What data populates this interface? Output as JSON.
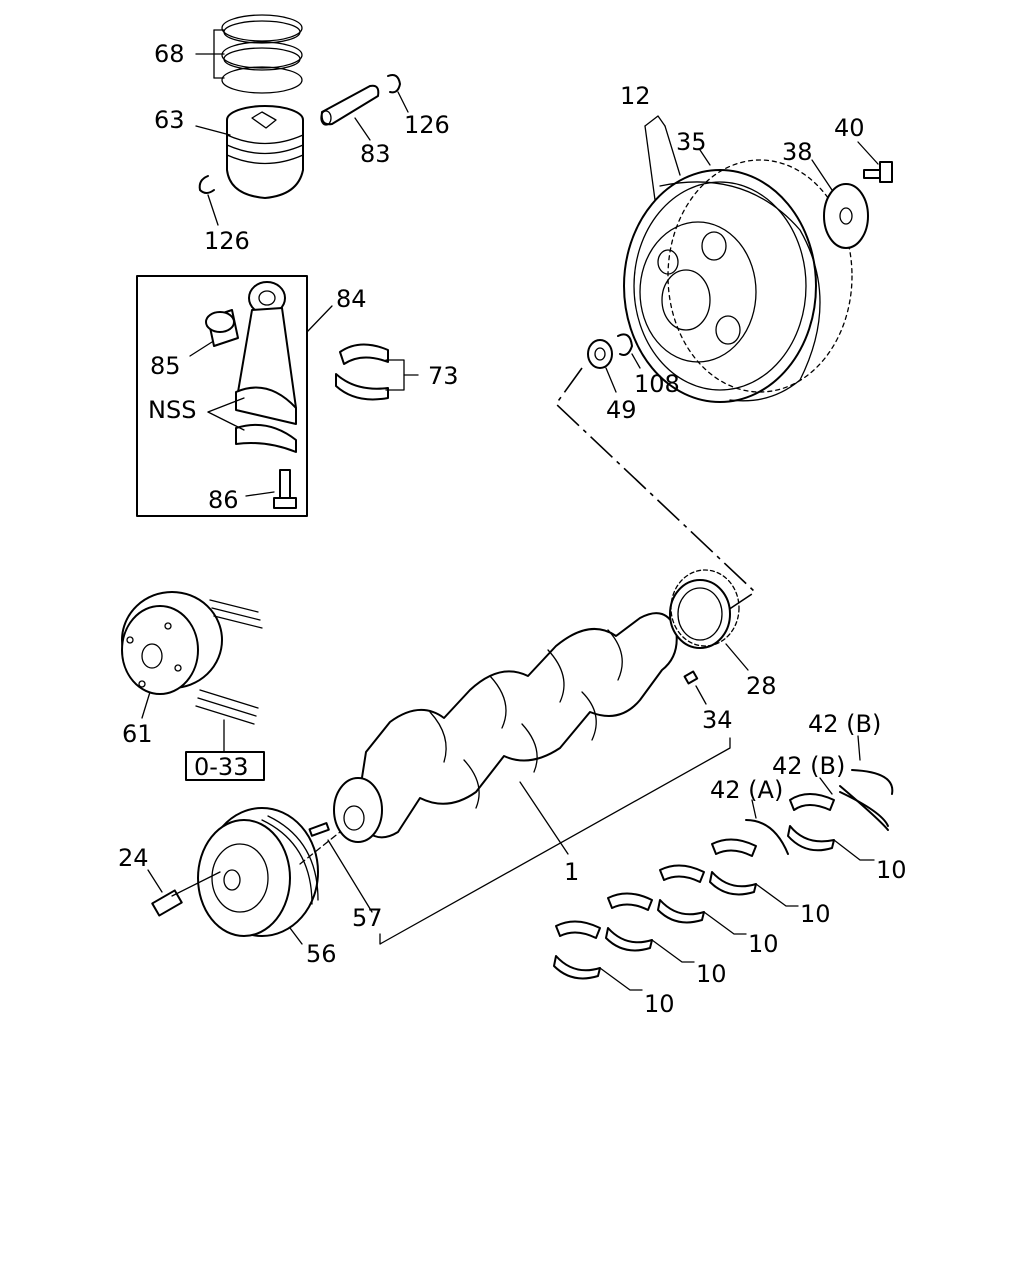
{
  "labels": {
    "piston_rings": "68",
    "piston": "63",
    "pin": "83",
    "snap_ring_top": "126",
    "snap_ring_bottom": "126",
    "rod_assembly": "84",
    "rod_bushing": "85",
    "rod_bearing": "73",
    "nss": "NSS",
    "rod_bolt": "86",
    "flywheel_assy": "12",
    "ring_gear": "35",
    "plate": "38",
    "flywheel_bolt": "40",
    "pilot_bearing": "49",
    "snap_ring_108": "108",
    "timing_gear": "28",
    "key_34": "34",
    "crankshaft": "1",
    "damper": "61",
    "ref": "0-33",
    "pulley_bolt": "24",
    "pulley": "56",
    "dowel": "57",
    "thrust_b_top": "42 (B)",
    "thrust_b": "42 (B)",
    "thrust_a": "42 (A)",
    "bearing_10_a": "10",
    "bearing_10_b": "10",
    "bearing_10_c": "10",
    "bearing_10_d": "10",
    "bearing_10_e": "10"
  }
}
